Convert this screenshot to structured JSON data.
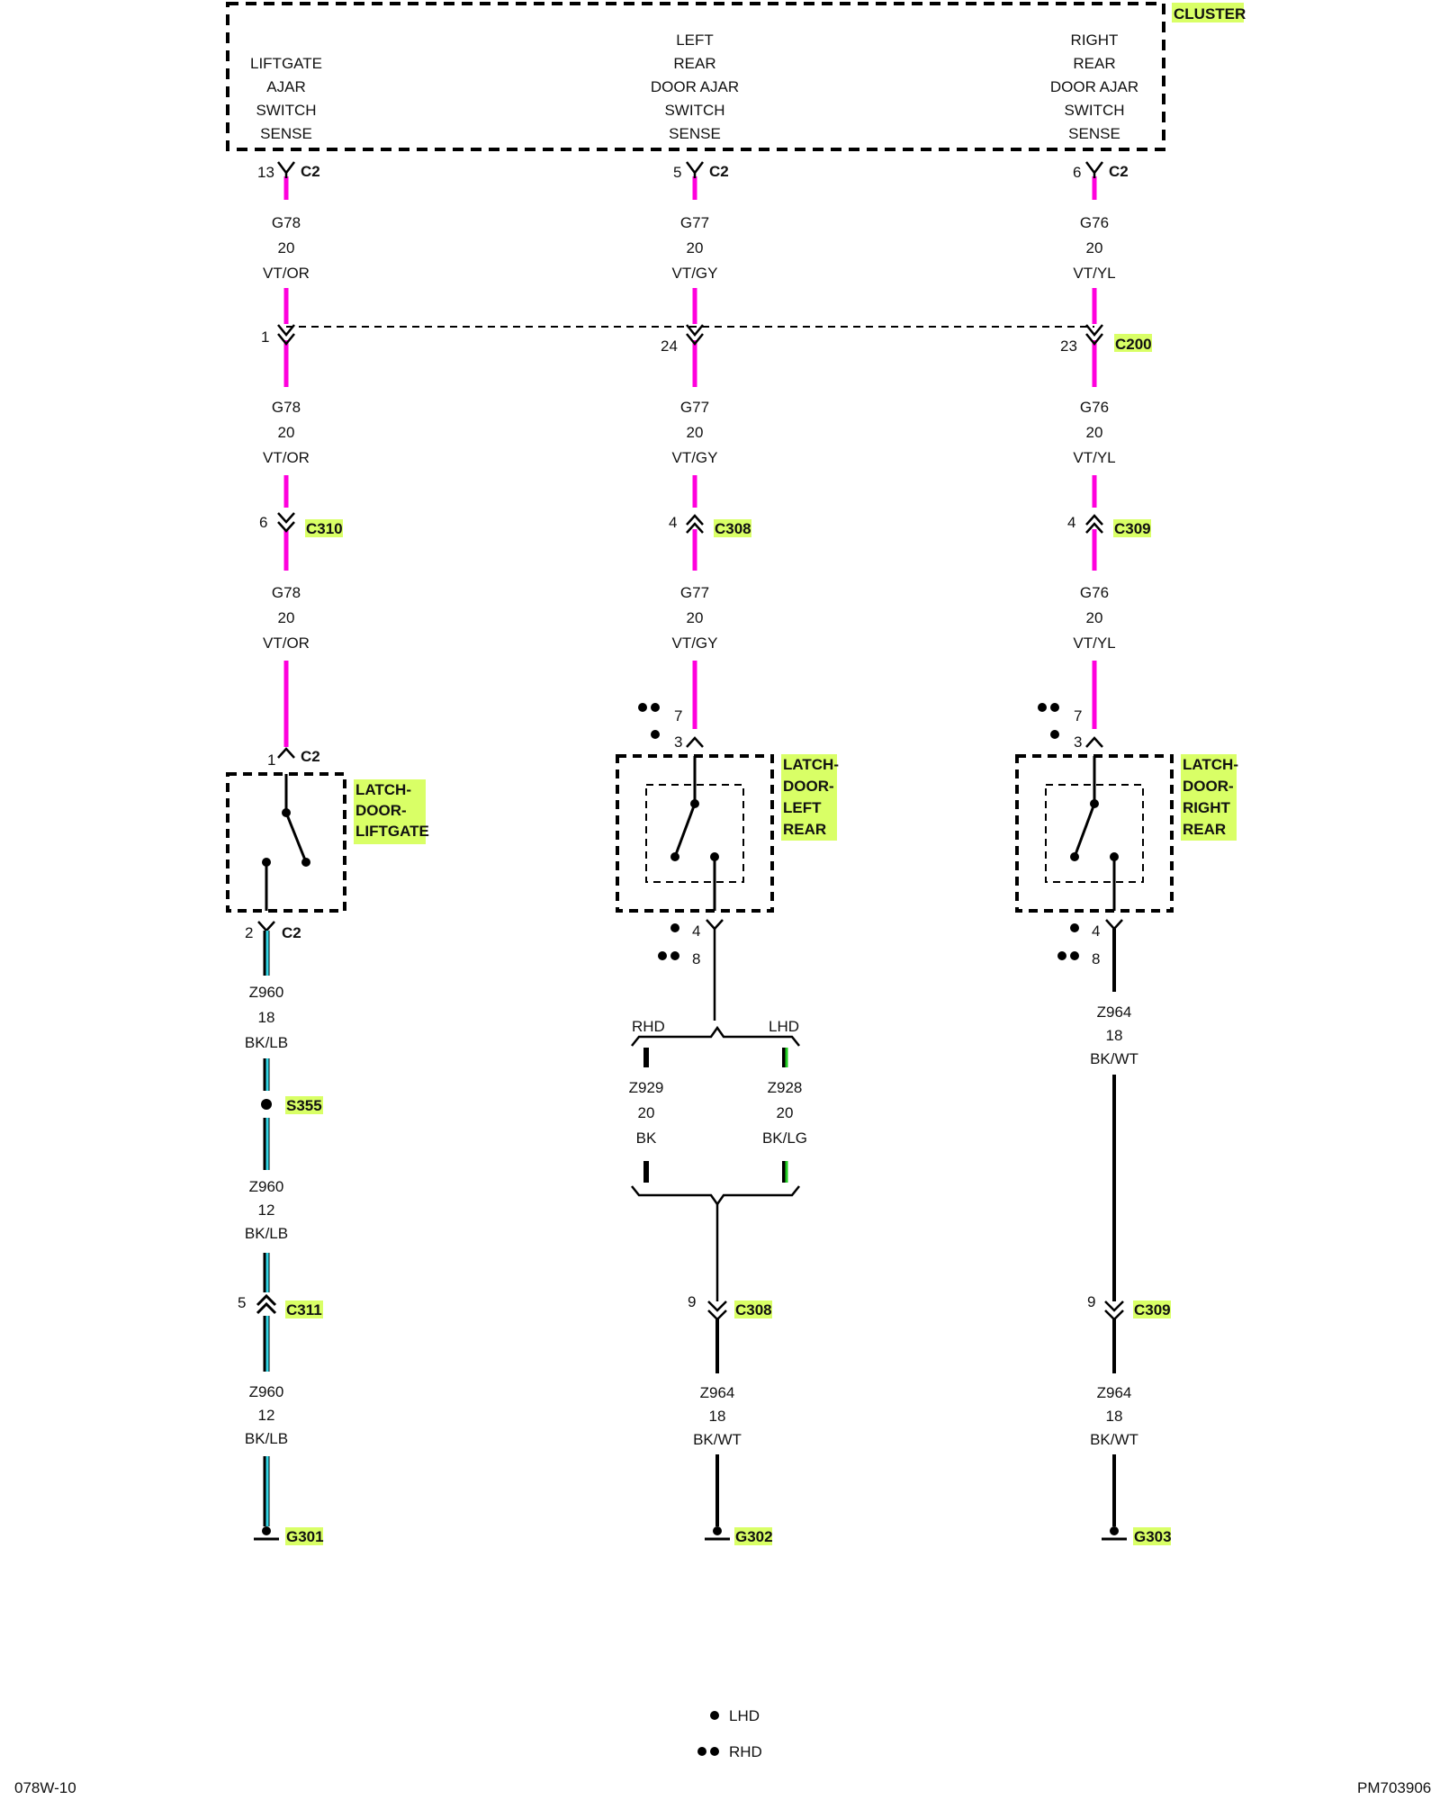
{
  "module": {
    "name": "CLUSTER",
    "inputs": [
      [
        "LIFTGATE",
        "AJAR",
        "SWITCH",
        "SENSE"
      ],
      [
        "LEFT",
        "REAR",
        "DOOR AJAR",
        "SWITCH",
        "SENSE"
      ],
      [
        "RIGHT",
        "REAR",
        "DOOR AJAR",
        "SWITCH",
        "SENSE"
      ]
    ]
  },
  "connectors": {
    "c2": "C2",
    "c200": "C200",
    "c310": "C310",
    "c308": "C308",
    "c309": "C309",
    "c311": "C311",
    "s355": "S355",
    "g301": "G301",
    "g302": "G302",
    "g303": "G303"
  },
  "pins": {
    "p13": "13",
    "p5": "5",
    "p6": "6",
    "p1": "1",
    "p24": "24",
    "p23": "23",
    "p6b": "6",
    "p4a": "4",
    "p4b": "4",
    "p7a": "7",
    "p3a": "3",
    "p7b": "7",
    "p3b": "3",
    "p1c2": "1",
    "p2c2": "2",
    "p4c": "4",
    "p8c": "8",
    "p4d": "4",
    "p8d": "8",
    "p5c311": "5",
    "p9a": "9",
    "p9b": "9"
  },
  "wires": {
    "g78": [
      "G78",
      "20",
      "VT/OR"
    ],
    "g77": [
      "G77",
      "20",
      "VT/GY"
    ],
    "g76": [
      "G76",
      "20",
      "VT/YL"
    ],
    "z960a": [
      "Z960",
      "18",
      "BK/LB"
    ],
    "z960b": [
      "Z960",
      "12",
      "BK/LB"
    ],
    "z929": [
      "Z929",
      "20",
      "BK"
    ],
    "z928": [
      "Z928",
      "20",
      "BK/LG"
    ],
    "z964": [
      "Z964",
      "18",
      "BK/WT"
    ]
  },
  "switches": {
    "liftgate": [
      "LATCH-",
      "DOOR-",
      "LIFTGATE"
    ],
    "left_rear": [
      "LATCH-",
      "DOOR-",
      "LEFT",
      "REAR"
    ],
    "right_rear": [
      "LATCH-",
      "DOOR-",
      "RIGHT",
      "REAR"
    ]
  },
  "branch": {
    "rhd": "RHD",
    "lhd": "LHD"
  },
  "legend": {
    "lhd": "LHD",
    "rhd": "RHD"
  },
  "footer": {
    "left": "078W-10",
    "right": "PM703906"
  },
  "colors": {
    "violet_wire": "#ff00dd",
    "light_blue_wire": "#33d6e6",
    "light_green_wire": "#22cc22",
    "label_highlight": "#d9ff66"
  }
}
